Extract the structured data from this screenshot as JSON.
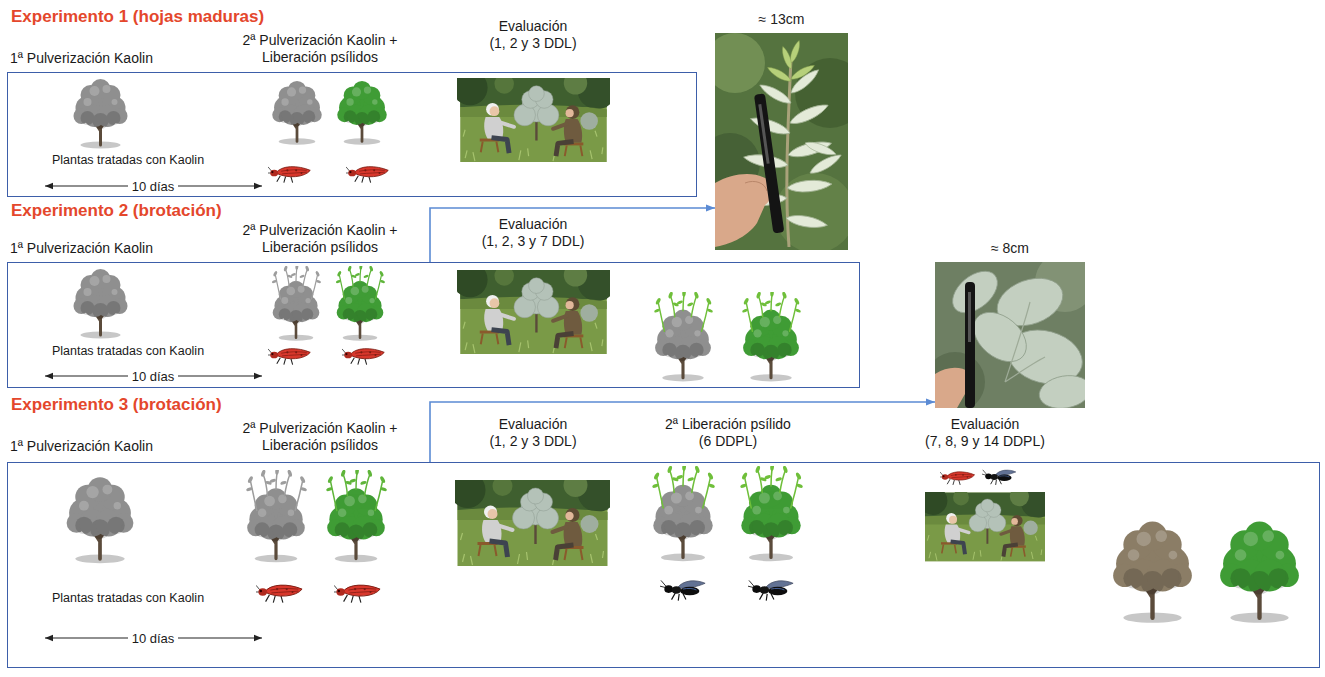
{
  "diagram": {
    "nodes": [
      {
        "text": [
          "Experimento 1 (hojas maduras)"
        ]
      },
      {
        "text": [
          "≈ 13cm"
        ]
      },
      {
        "text": [
          "Experimento 2 (brotación)"
        ]
      },
      {
        "text": [
          "≈ 8cm"
        ]
      },
      {
        "text": [
          "Experimento 3 (brotación)"
        ]
      }
    ],
    "edges": [
      {
        "from": 2,
        "to": 1,
        "arrow": "to"
      },
      {
        "from": 4,
        "to": 3,
        "arrow": "to"
      }
    ],
    "labels": [
      "1ª Pulverización Kaolin",
      "2ª Pulverización Kaolin + Liberación psílidos",
      "Evaluación",
      "(1, 2 y 3 DDL)",
      "Plantas tratadas con Kaolin",
      "10 días",
      "1ª Pulverización Kaolin",
      "2ª Pulverización Kaolin + Liberación psílidos",
      "Evaluación",
      "(1, 2, 3 y 7 DDL)",
      "Plantas tratadas con Kaolin",
      "10 días",
      "1ª Pulverización Kaolin",
      "2ª Pulverización Kaolin + Liberación psílidos",
      "Evaluación",
      "(1, 2 y 3 DDL)",
      "2ª Liberación psílido",
      "(6 DDPL)",
      "Evaluación",
      "(7, 8, 9 y 14 DDPL)",
      "Plantas tratadas con Kaolin",
      "10 días"
    ]
  }
}
